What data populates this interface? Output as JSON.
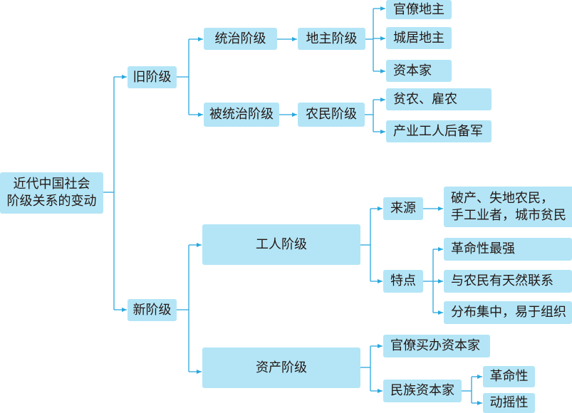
{
  "root": {
    "line1": "近代中国社会",
    "line2": "阶级关系的变动"
  },
  "old_class": {
    "label": "旧阶级",
    "ruling": {
      "label": "统治阶级",
      "landlord": {
        "label": "地主阶级",
        "items": [
          "官僚地主",
          "城居地主",
          "资本家"
        ]
      }
    },
    "ruled": {
      "label": "被统治阶级",
      "peasant": {
        "label": "农民阶级",
        "items": [
          "贫农、雇农",
          "产业工人后备军"
        ]
      }
    }
  },
  "new_class": {
    "label": "新阶级",
    "worker": {
      "label": "工人阶级",
      "source": {
        "label": "来源",
        "line1": "破产、失地农民，",
        "line2": "手工业者，城市贫民"
      },
      "traits": {
        "label": "特点",
        "items": [
          "革命性最强",
          "与农民有天然联系",
          "分布集中，易于组织"
        ]
      }
    },
    "bourgeois": {
      "label": "资产阶级",
      "comprador": "官僚买办资本家",
      "national": {
        "label": "民族资本家",
        "items": [
          "革命性",
          "动摇性"
        ]
      }
    }
  },
  "colors": {
    "box": "#b3e5f6",
    "line": "#29a8de",
    "text": "#231815"
  }
}
